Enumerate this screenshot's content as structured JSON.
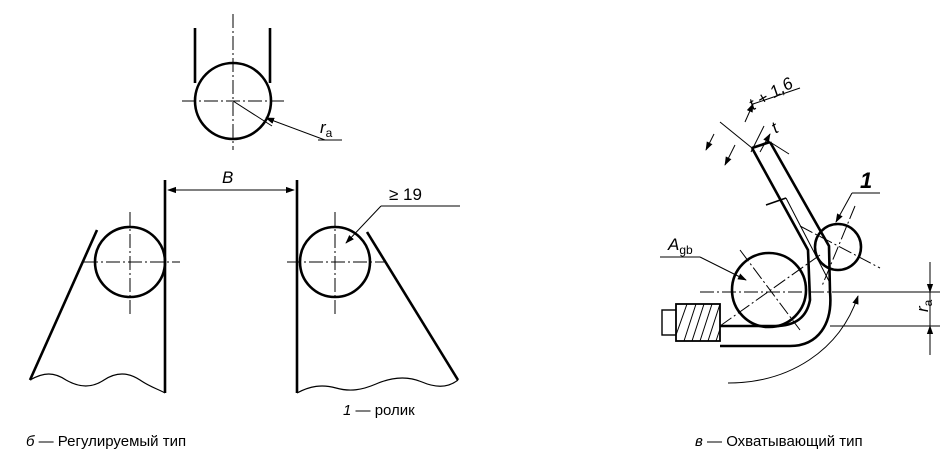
{
  "figure_b": {
    "caption_letter": "б",
    "caption_dash": " — ",
    "caption_text": "Регулируемый тип",
    "dim_B": "B",
    "dim_ge19": "≥ 19",
    "radius_main": "r",
    "radius_sub": "a"
  },
  "legend": {
    "num": "1",
    "dash": " — ",
    "text": "ролик"
  },
  "figure_v": {
    "caption_letter": "в",
    "caption_dash": " — ",
    "caption_text": "Охватывающий тип",
    "dim_t_plus": "t + 1,6",
    "dim_t": "t",
    "roller_num": "1",
    "agb_main": "A",
    "agb_sub": "gb",
    "ra_main": "r",
    "ra_sub": "a"
  }
}
